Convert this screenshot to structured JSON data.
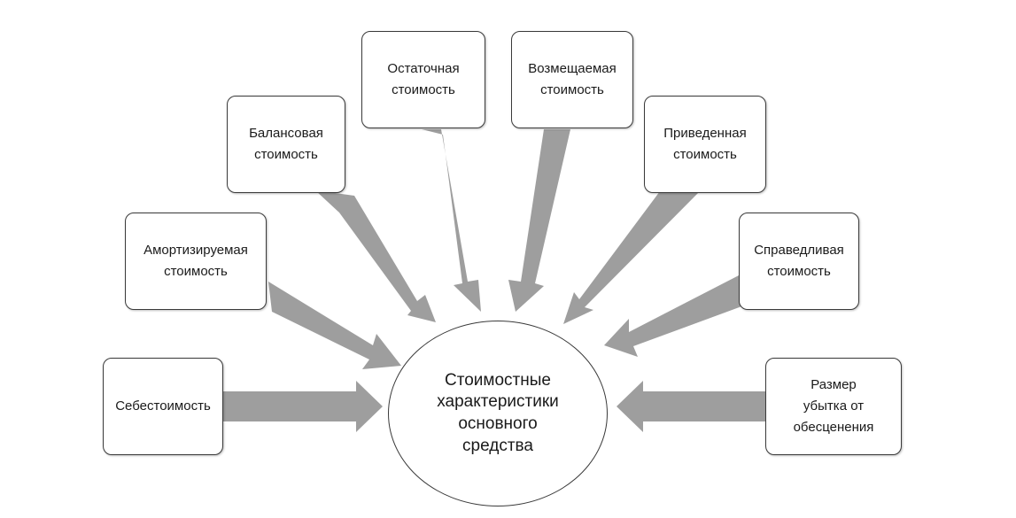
{
  "center": {
    "label": "Стоимостные\nхарактеристики\nосновного\nсредства"
  },
  "nodes": [
    {
      "id": "sebestoimost",
      "label": "Себестоимость"
    },
    {
      "id": "amortiz",
      "label": "Амортизируемая\nстоимость"
    },
    {
      "id": "balans",
      "label": "Балансовая\nстоимость"
    },
    {
      "id": "ostatoch",
      "label": "Остаточная\nстоимость"
    },
    {
      "id": "vozmesh",
      "label": "Возмещаемая\nстоимость"
    },
    {
      "id": "priveden",
      "label": "Приведенная\nстоимость"
    },
    {
      "id": "spravedl",
      "label": "Справедливая\nстоимость"
    },
    {
      "id": "ubytok",
      "label": "Размер\nубытка от\nобесценения"
    }
  ],
  "colors": {
    "arrow": "#9e9e9e",
    "border": "#3a3a3a",
    "text": "#1a1a1a"
  }
}
